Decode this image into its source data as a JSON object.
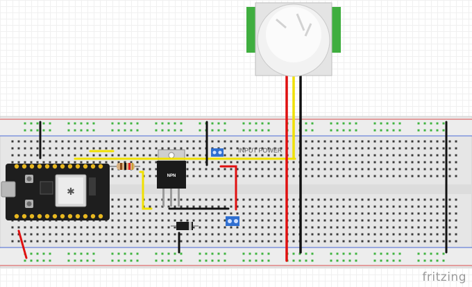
{
  "breadboard": {
    "label": "INPUT POWER",
    "colors": {
      "board": "#e8e8e8",
      "rail_red": "#d84a4a",
      "rail_blue": "#4a6ad8",
      "hole": "#3a3a3a",
      "hole_active": "#3fb43f"
    }
  },
  "components": {
    "transistor_label": "NPN",
    "pir_sensor": "pir-motion-sensor",
    "microcontroller": "wifi-microcontroller-board"
  },
  "wire_colors": {
    "red": "#e01010",
    "yellow": "#f0e000",
    "black": "#111111"
  },
  "watermark": "fritzing"
}
